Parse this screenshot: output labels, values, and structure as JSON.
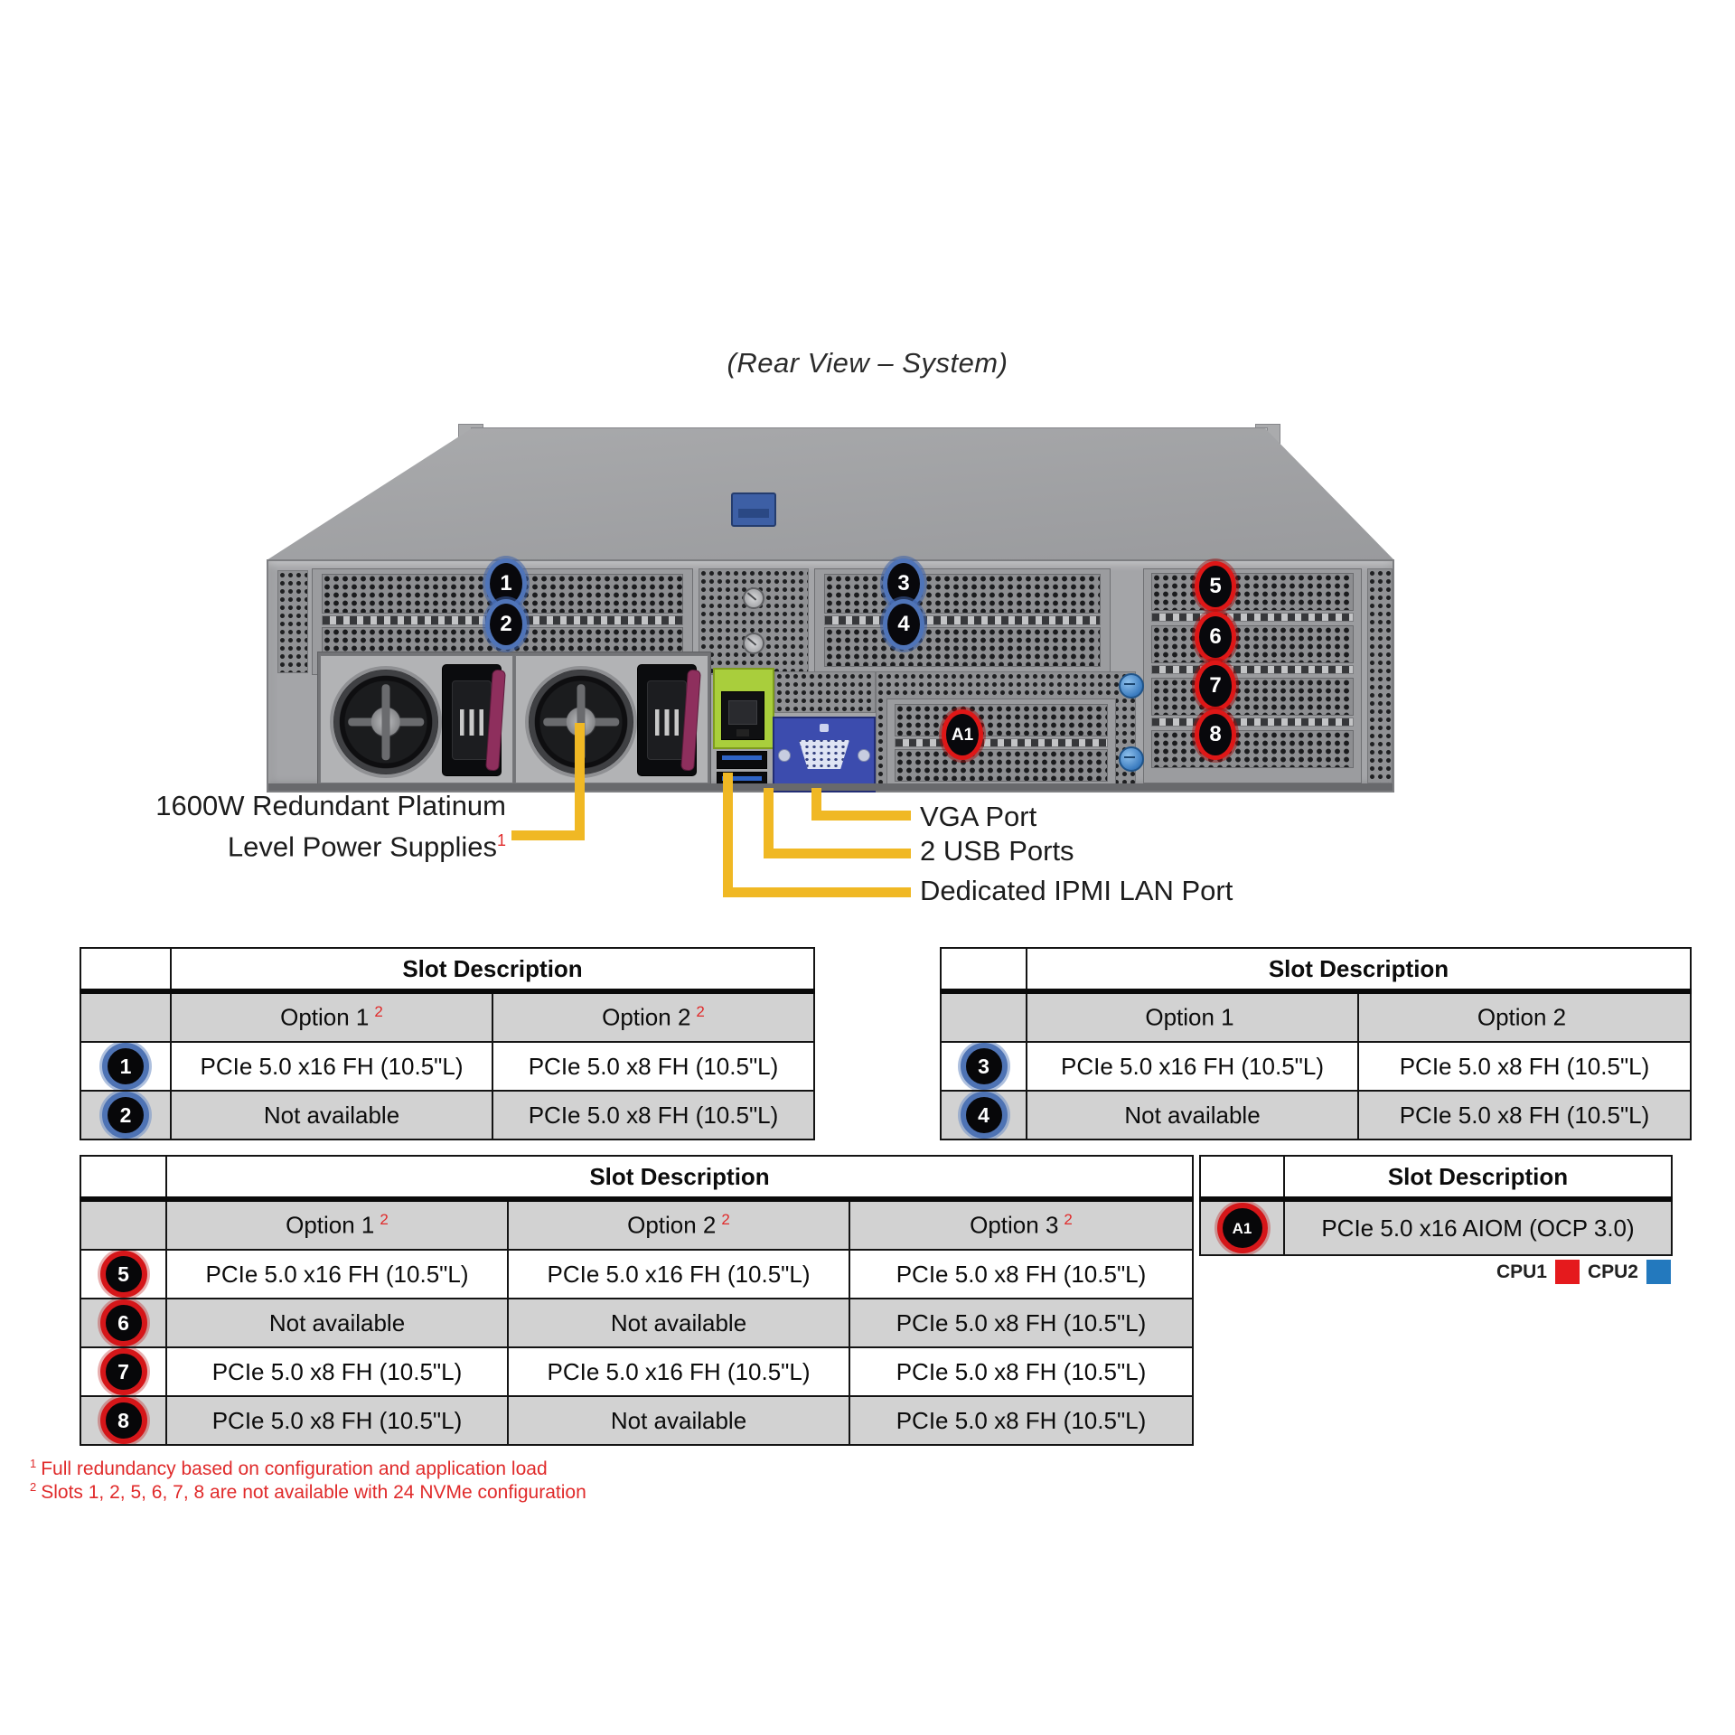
{
  "title": "(Rear View – System)",
  "callouts": {
    "psu_line1": "1600W Redundant Platinum",
    "psu_line2": "Level Power Supplies",
    "psu_ref": "1",
    "vga": "VGA Port",
    "usb": "2 USB Ports",
    "ipmi": "Dedicated IPMI LAN Port"
  },
  "server": {
    "badges": [
      {
        "label": "1",
        "color": "blue"
      },
      {
        "label": "2",
        "color": "blue"
      },
      {
        "label": "3",
        "color": "blue"
      },
      {
        "label": "4",
        "color": "blue"
      },
      {
        "label": "5",
        "color": "red"
      },
      {
        "label": "6",
        "color": "red"
      },
      {
        "label": "7",
        "color": "red"
      },
      {
        "label": "8",
        "color": "red"
      },
      {
        "label": "A1",
        "color": "red"
      }
    ]
  },
  "tables": [
    {
      "header": "Slot Description",
      "columns": [
        "Option 1",
        "Option 2"
      ],
      "refs": [
        "2",
        "2"
      ],
      "rows": [
        {
          "badge": "1",
          "badge_color": "blue",
          "cells": [
            "PCIe 5.0 x16 FH (10.5\"L)",
            "PCIe 5.0 x8 FH (10.5\"L)"
          ]
        },
        {
          "badge": "2",
          "badge_color": "blue",
          "cells": [
            "Not available",
            "PCIe 5.0 x8 FH (10.5\"L)"
          ]
        }
      ]
    },
    {
      "header": "Slot Description",
      "columns": [
        "Option 1",
        "Option 2"
      ],
      "refs": [
        "",
        ""
      ],
      "rows": [
        {
          "badge": "3",
          "badge_color": "blue",
          "cells": [
            "PCIe 5.0 x16 FH (10.5\"L)",
            "PCIe 5.0 x8 FH (10.5\"L)"
          ]
        },
        {
          "badge": "4",
          "badge_color": "blue",
          "cells": [
            "Not available",
            "PCIe 5.0 x8 FH (10.5\"L)"
          ]
        }
      ]
    },
    {
      "header": "Slot Description",
      "columns": [
        "Option 1",
        "Option 2",
        "Option 3"
      ],
      "refs": [
        "2",
        "2",
        "2"
      ],
      "rows": [
        {
          "badge": "5",
          "badge_color": "red",
          "cells": [
            "PCIe 5.0 x16 FH (10.5\"L)",
            "PCIe 5.0 x16 FH (10.5\"L)",
            "PCIe 5.0 x8 FH (10.5\"L)"
          ]
        },
        {
          "badge": "6",
          "badge_color": "red",
          "cells": [
            "Not available",
            "Not available",
            "PCIe 5.0 x8 FH (10.5\"L)"
          ]
        },
        {
          "badge": "7",
          "badge_color": "red",
          "cells": [
            "PCIe 5.0 x8 FH (10.5\"L)",
            "PCIe 5.0 x16 FH (10.5\"L)",
            "PCIe 5.0 x8 FH (10.5\"L)"
          ]
        },
        {
          "badge": "8",
          "badge_color": "red",
          "cells": [
            "PCIe 5.0 x8 FH (10.5\"L)",
            "Not available",
            "PCIe 5.0 x8 FH (10.5\"L)"
          ]
        }
      ]
    },
    {
      "header": "Slot Description",
      "columns": [],
      "refs": [],
      "rows": [
        {
          "badge": "A1",
          "badge_color": "red",
          "cells": [
            "PCIe 5.0 x16 AIOM (OCP 3.0)"
          ]
        }
      ]
    }
  ],
  "legend": {
    "cpu1_label": "CPU1",
    "cpu2_label": "CPU2",
    "cpu1_color": "#e51a1d",
    "cpu2_color": "#2379be"
  },
  "footnotes": [
    {
      "ref": "1",
      "text": "Full redundancy based on configuration and application load"
    },
    {
      "ref": "2",
      "text": "Slots 1, 2, 5, 6, 7, 8 are not available with 24 NVMe configuration"
    }
  ],
  "colors": {
    "callout_line_yellow": "#f0b824",
    "badge_blue_ring": "#4e73b4",
    "badge_red_ring": "#d51619",
    "footnote_red": "#e02a2a",
    "ipmi_highlight_green": "#a9ce3c",
    "vga_highlight_blue": "#3c4cae",
    "table_shaded_row": "#d2d2d2"
  }
}
